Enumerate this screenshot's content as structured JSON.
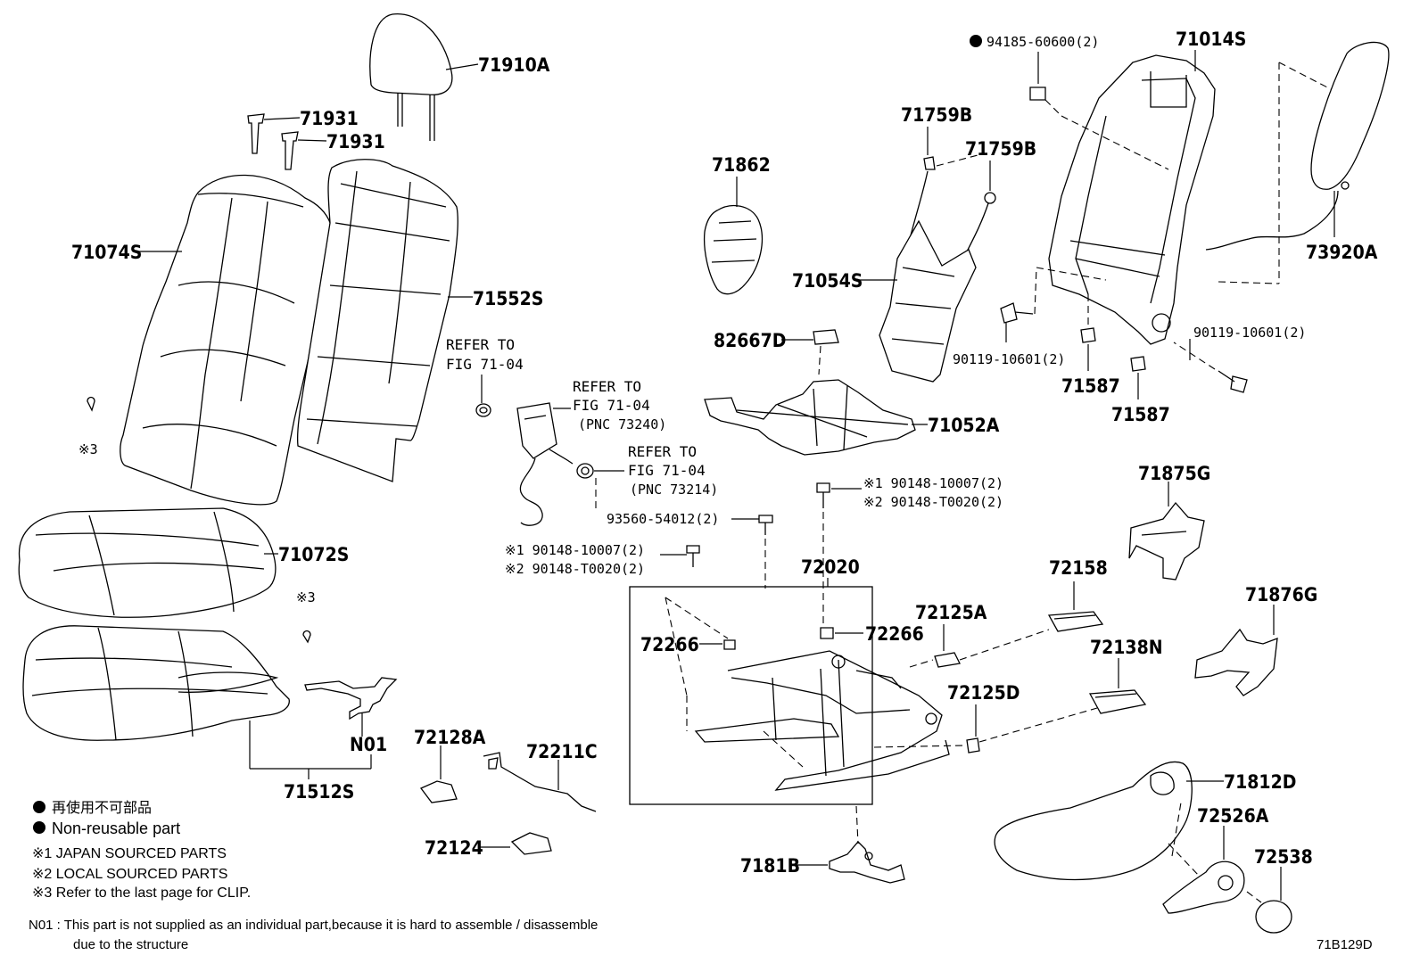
{
  "parts": {
    "p71910A": "71910A",
    "p71931a": "71931",
    "p71931b": "71931",
    "p71074S": "71074S",
    "p71552S": "71552S",
    "p71072S": "71072S",
    "p71512S": "71512S",
    "pN01": "N01",
    "p71862": "71862",
    "p71759Ba": "71759B",
    "p71759Bb": "71759B",
    "p71054S": "71054S",
    "p82667D": "82667D",
    "p71052A": "71052A",
    "p94185": "94185-60600(2)",
    "p71014S": "71014S",
    "p73920A": "73920A",
    "p90119a": "90119-10601(2)",
    "p90119b": "90119-10601(2)",
    "p71587a": "71587",
    "p71587b": "71587",
    "p90148a1": "※1 90148-10007(2)",
    "p90148a2": "※2 90148-T0020(2)",
    "p93560": "93560-54012(2)",
    "p90148b1": "※1 90148-10007(2)",
    "p90148b2": "※2 90148-T0020(2)",
    "p72020": "72020",
    "p72266a": "72266",
    "p72266b": "72266",
    "p72125A": "72125A",
    "p72125D": "72125D",
    "p72158": "72158",
    "p72138N": "72138N",
    "p71875G": "71875G",
    "p71876G": "71876G",
    "p72128A": "72128A",
    "p72211C": "72211C",
    "p72124": "72124",
    "p7181B": "7181B",
    "p71812D": "71812D",
    "p72526A": "72526A",
    "p72538": "72538",
    "clip3a": "※3",
    "clip3b": "※3"
  },
  "refs": {
    "ref1_l1": "REFER TO",
    "ref1_l2": "FIG 71-04",
    "ref2_l1": "REFER TO",
    "ref2_l2": "FIG 71-04",
    "ref2_l3": "(PNC 73240)",
    "ref3_l1": "REFER TO",
    "ref3_l2": "FIG 71-04",
    "ref3_l3": "(PNC 73214)"
  },
  "legend": {
    "jp": "再使用不可部品",
    "en": "Non-reusable part",
    "n1": "※1 JAPAN SOURCED PARTS",
    "n2": "※2 LOCAL SOURCED PARTS",
    "n3": "※3 Refer to the last page for CLIP.",
    "note_l1": "N01 : This part is not supplied as an individual part,because it is hard to assemble / disassemble",
    "note_l2": "due to the structure"
  },
  "figure_id": "71B129D",
  "colors": {
    "ink": "#000000",
    "paper": "#ffffff"
  }
}
